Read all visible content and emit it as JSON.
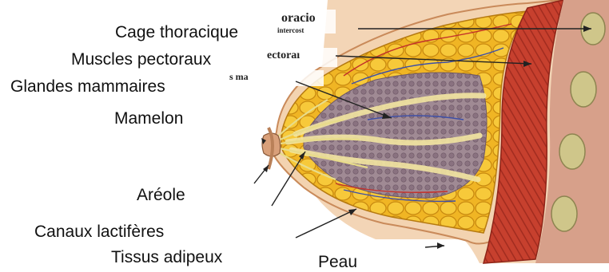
{
  "labels": {
    "cage": "Cage thoracique",
    "muscles": "Muscles pectoraux",
    "glandes": "Glandes mammaires",
    "mamelon": "Mamelon",
    "areole": "Aréole",
    "canaux": "Canaux lactifères",
    "tissus": "Tissus adipeux",
    "peau": "Peau"
  },
  "background_residue": {
    "text1": "oracio",
    "text2": "intercost",
    "text3": "ectoraı",
    "text4": "s ma"
  },
  "colors": {
    "skin": "#f2d2b4",
    "fat": "#f0b524",
    "fat_dark": "#c98a10",
    "gland": "#9a8590",
    "muscle": "#c23a2a",
    "rib": "#cfc68a",
    "leader": "#222222"
  }
}
